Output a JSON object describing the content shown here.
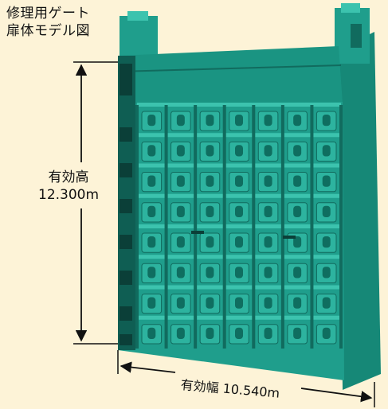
{
  "title": "修理用ゲート\n扉体モデル図",
  "height_dimension": {
    "label": "有効高",
    "value": "12.300m"
  },
  "width_dimension": {
    "label": "有効幅",
    "value": "10.540m"
  },
  "colors": {
    "background": "#fdf3d7",
    "gate_main": "#1f9e8c",
    "gate_dark": "#116b5e",
    "gate_light": "#3cc3ae",
    "gate_shadow": "#0b3f38",
    "dimension_line": "#111111"
  }
}
